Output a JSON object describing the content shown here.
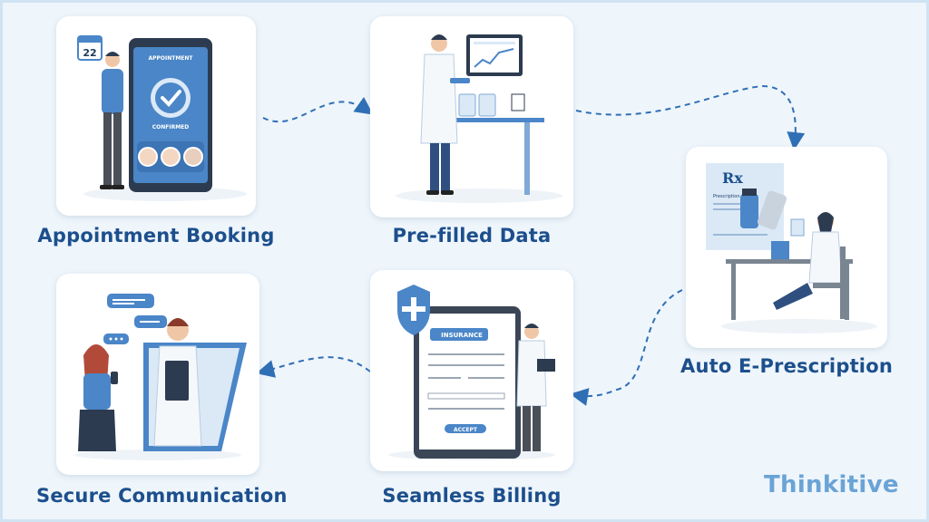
{
  "steps": [
    {
      "id": "appointment-booking",
      "label": "Appointment Booking"
    },
    {
      "id": "pre-filled-data",
      "label": "Pre-filled Data"
    },
    {
      "id": "auto-e-prescription",
      "label": "Auto E-Prescription"
    },
    {
      "id": "seamless-billing",
      "label": "Seamless Billing"
    },
    {
      "id": "secure-communication",
      "label": "Secure Communication"
    }
  ],
  "illustrations": {
    "calendar_day": "22",
    "phone_header": "APPOINTMENT",
    "phone_status": "CONFIRMED",
    "rx_symbol": "Rx",
    "rx_doc_title": "Prescription",
    "insurance_title": "INSURANCE",
    "accept_button": "ACCEPT"
  },
  "brand": {
    "logo_text": "Thinkitive"
  },
  "colors": {
    "accent": "#1c4f8c",
    "blue": "#4a86c8",
    "light_blue": "#dbe9f7",
    "dash": "#2f6fb5",
    "frame": "#cfe3f3"
  }
}
